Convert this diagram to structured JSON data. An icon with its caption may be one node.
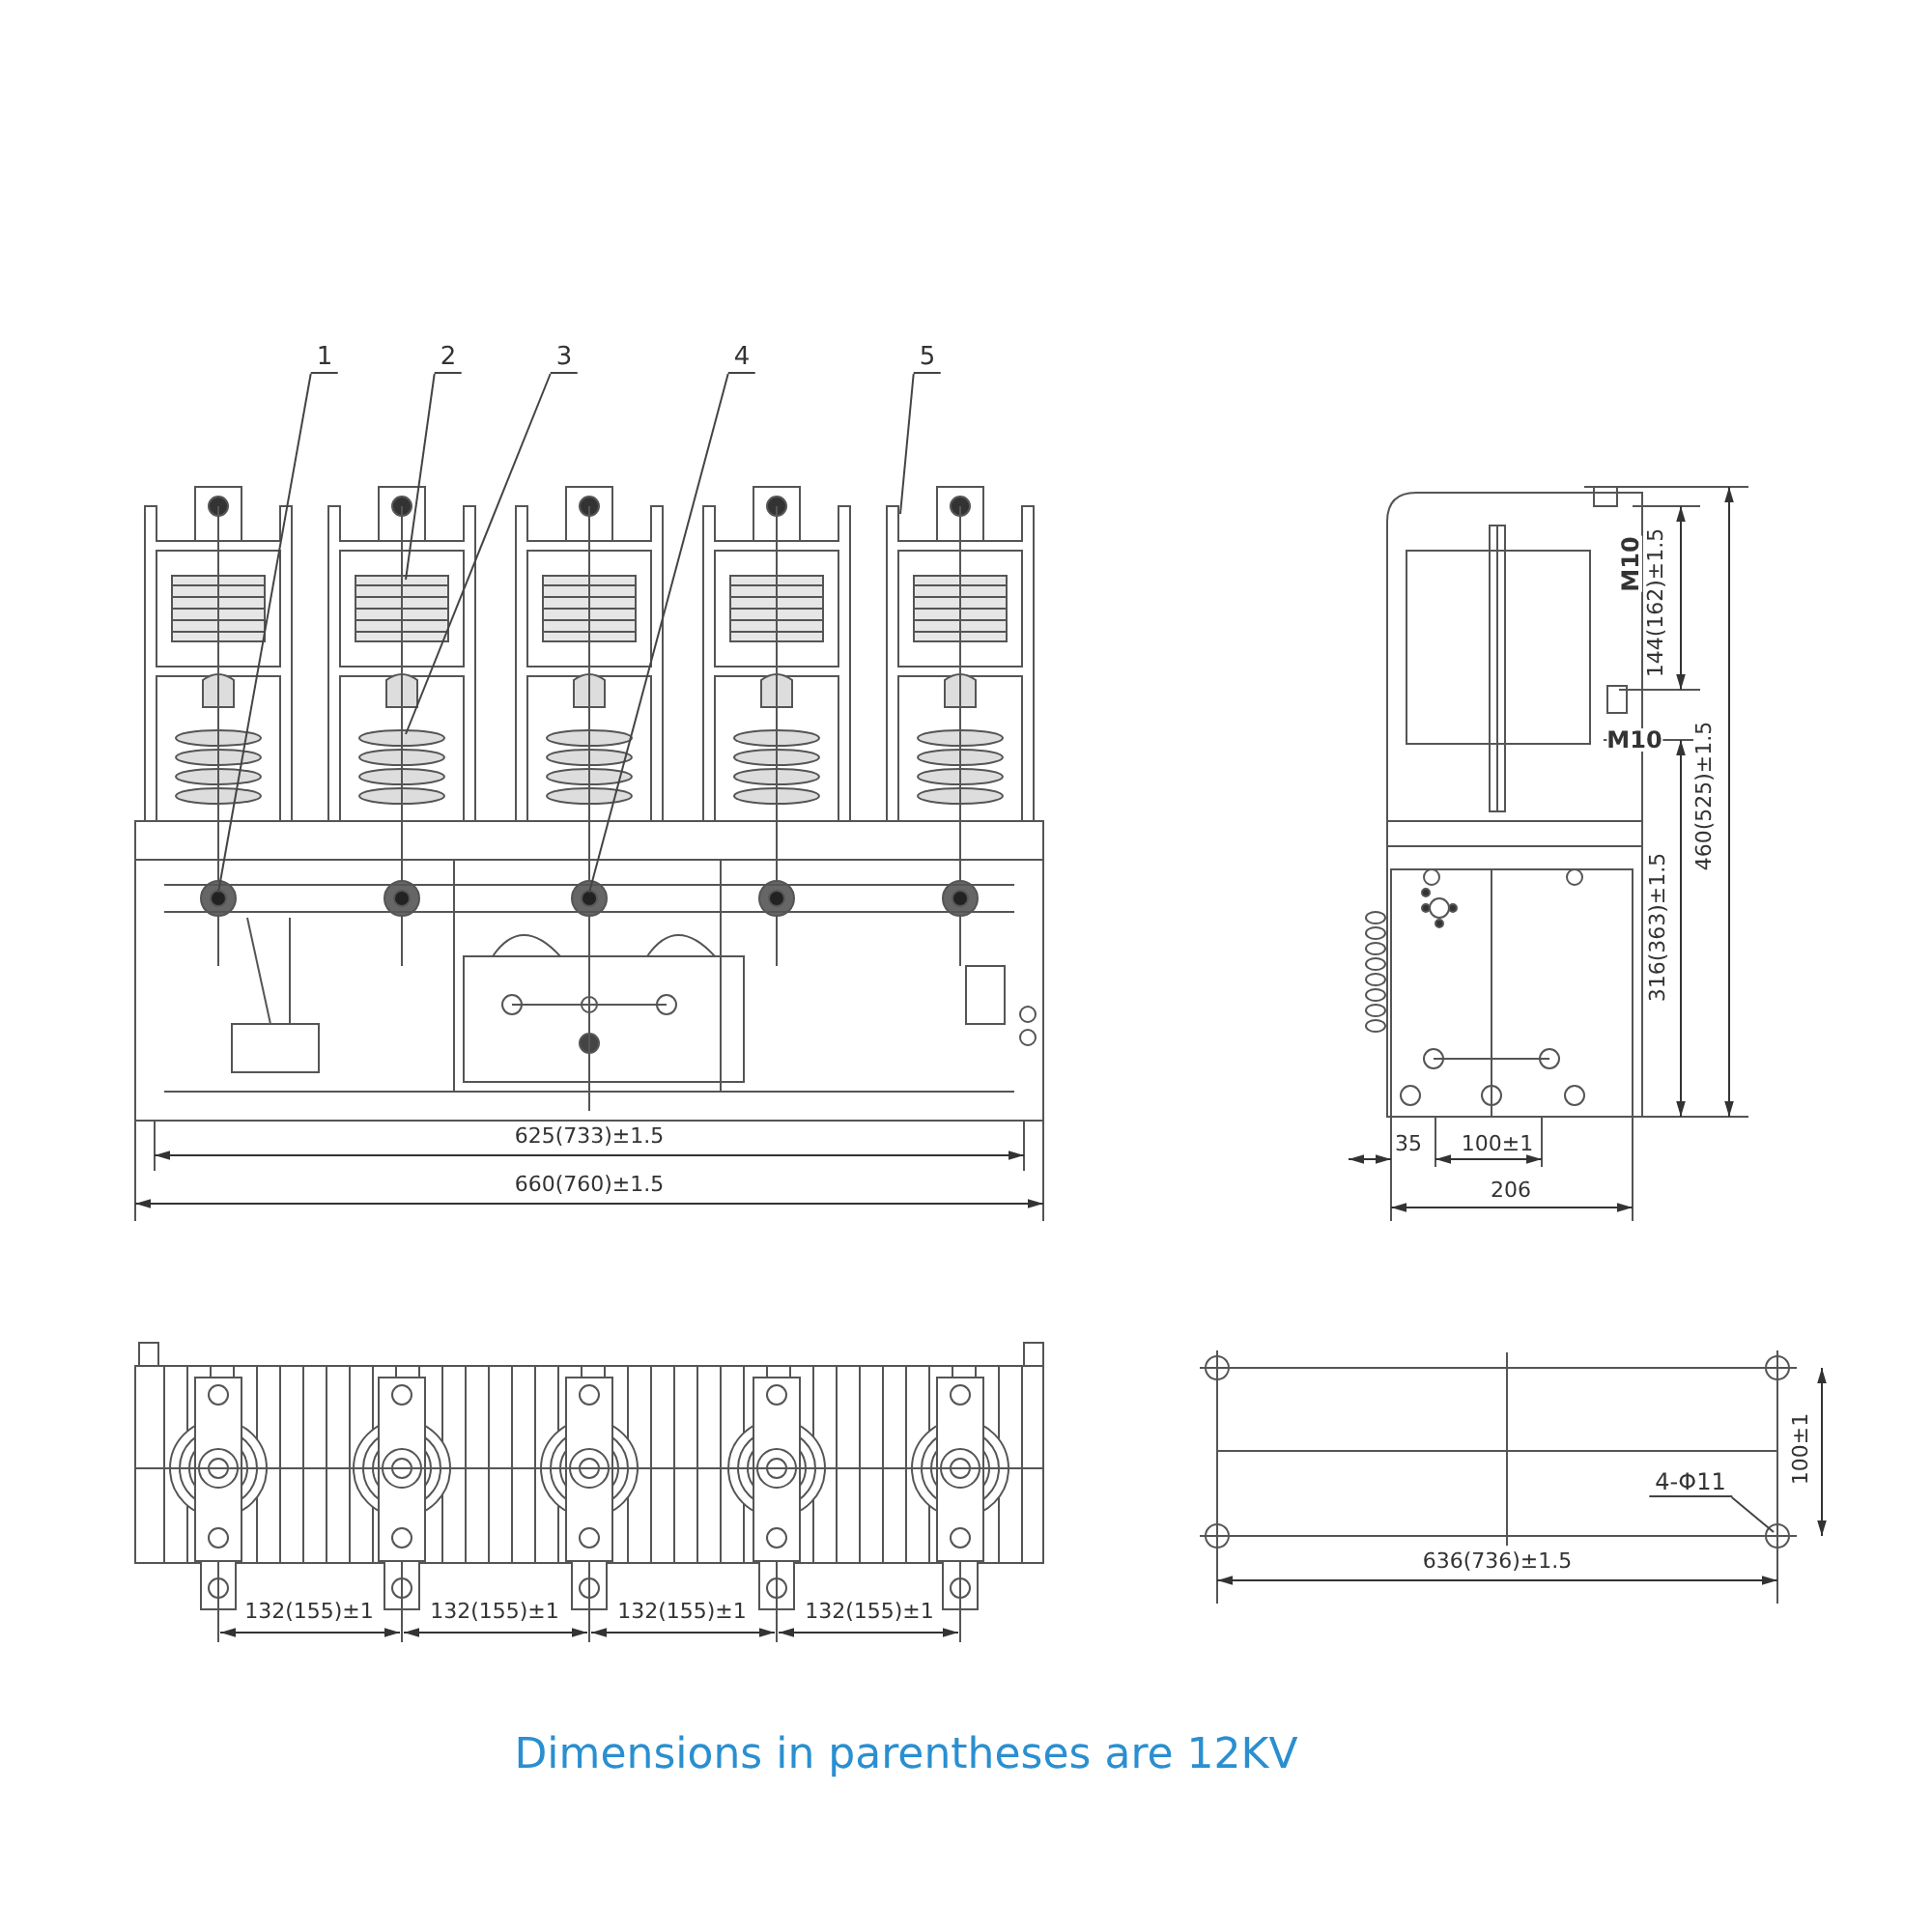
{
  "diagram": {
    "caption": "Dimensions in parentheses are 12KV",
    "nodes": [
      {
        "text": [
          "1"
        ]
      },
      {
        "text": [
          "2"
        ]
      },
      {
        "text": [
          "3"
        ]
      },
      {
        "text": [
          "4"
        ]
      },
      {
        "text": [
          "5"
        ]
      },
      {
        "text": [
          "4-Φ11"
        ]
      }
    ],
    "edges": [
      {
        "from": 0,
        "to": null,
        "arrow": "none"
      },
      {
        "from": 1,
        "to": null,
        "arrow": "none"
      },
      {
        "from": 2,
        "to": null,
        "arrow": "none"
      },
      {
        "from": 3,
        "to": null,
        "arrow": "none"
      },
      {
        "from": 4,
        "to": null,
        "arrow": "none"
      },
      {
        "from": 5,
        "to": null,
        "arrow": "none"
      }
    ],
    "labels": [
      "625(733)±1.5",
      "660(760)±1.5",
      "M10",
      "144(162)±1.5",
      "M10",
      "316(363)±1.5",
      "460(525)±1.5",
      "35",
      "100±1",
      "206",
      "132(155)±1",
      "132(155)±1",
      "132(155)±1",
      "132(155)±1",
      "100±1",
      "636(736)±1.5"
    ]
  }
}
